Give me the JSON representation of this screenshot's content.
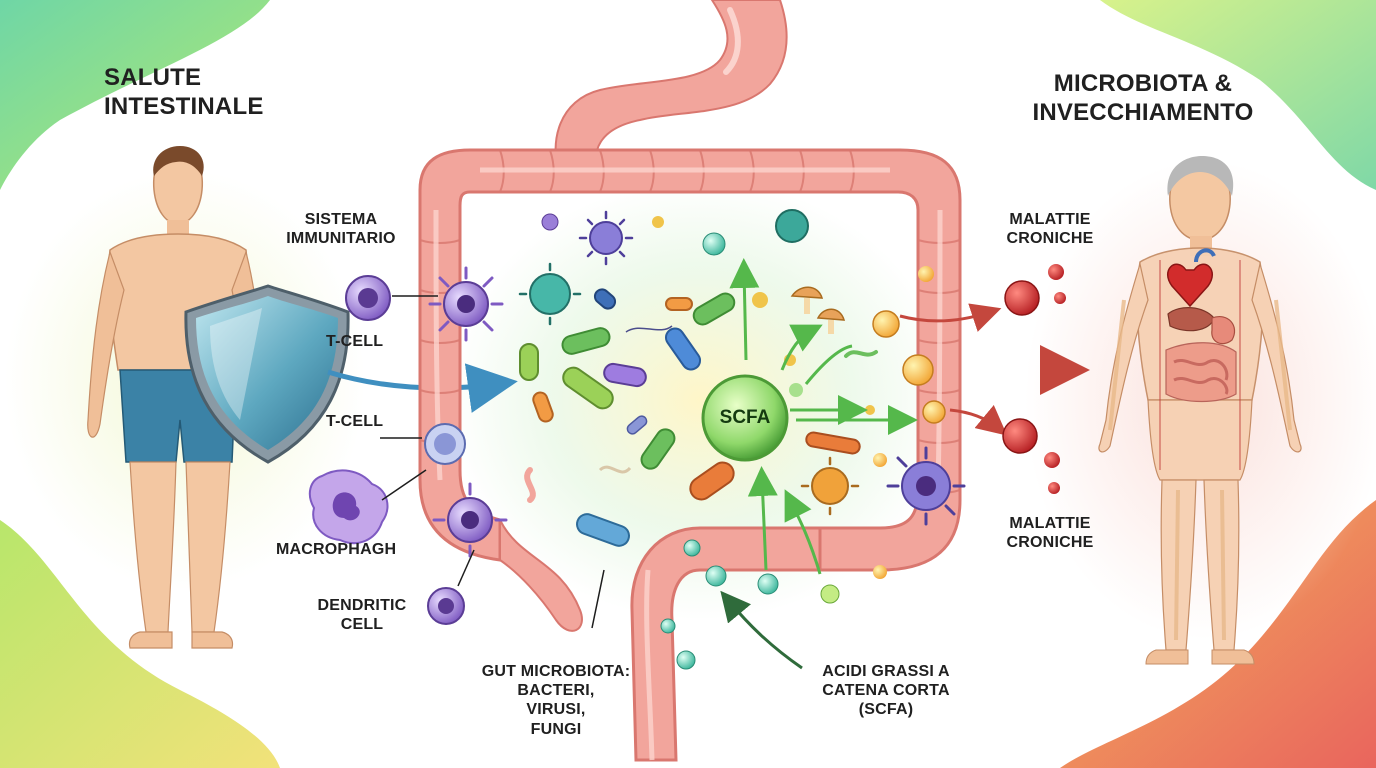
{
  "title_left": [
    "SALUTE",
    "INTESTINALE"
  ],
  "title_right": [
    "MICROBIOTA &",
    "INVECCHIAMENTO"
  ],
  "immune": {
    "system": [
      "SISTEMA",
      "IMMUNITARIO"
    ],
    "tcell_1": "T-CELL",
    "tcell_2": "T-CELL",
    "macrophage": "MACROPHAGH",
    "dendritic": [
      "DENDRITIC",
      "CELL"
    ]
  },
  "microbiota": [
    "GUT MICROBIOTA:",
    "BACTERI,",
    "VIRUSI,",
    "FUNGI"
  ],
  "scfa": {
    "core": "SCFA",
    "caption": [
      "ACIDI GRASSI A",
      "CATENA CORTA",
      "(SCFA)"
    ]
  },
  "outcomes": {
    "top": [
      "MALATTIE",
      "CRONICHE"
    ],
    "bottom": [
      "MALATTIE",
      "CRONICHE"
    ]
  },
  "colors": {
    "gut": "#f2a59c",
    "gut_dark": "#d9776f",
    "shield": "#6fb0c6",
    "immune_purple": "#9b7ad3",
    "scfa_green": "#8fd86a",
    "arrow_blue": "#3f8fc0",
    "arrow_green": "#55b84b",
    "arrow_red": "#c4473d"
  }
}
